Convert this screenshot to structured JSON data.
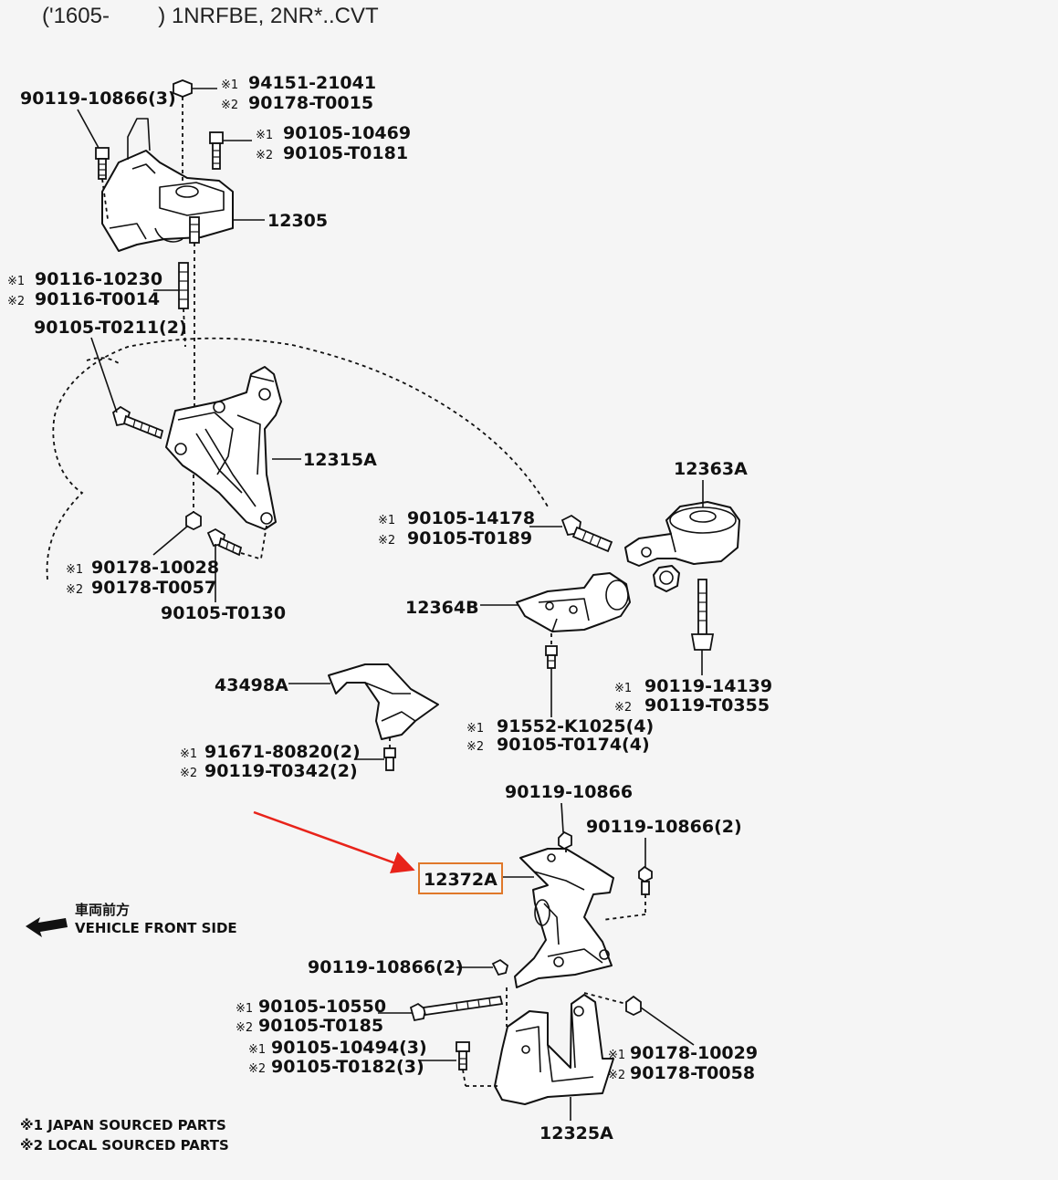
{
  "header": {
    "title": "('1605-        ) 1NRFBE, 2NR*..CVT"
  },
  "highlight": {
    "arrow_color": "#e8231a",
    "box_color": "#e0782a"
  },
  "labels": {
    "p90119_10866_3": "90119-10866(3)",
    "p94151_21041": "94151-21041",
    "p90178_T0015": "90178-T0015",
    "p90105_10469": "90105-10469",
    "p90105_T0181": "90105-T0181",
    "p12305": "12305",
    "p90116_10230": "90116-10230",
    "p90116_T0014": "90116-T0014",
    "p90105_T0211_2": "90105-T0211(2)",
    "p12315A": "12315A",
    "p90178_10028": "90178-10028",
    "p90178_T0057": "90178-T0057",
    "p90105_T0130": "90105-T0130",
    "p12363A": "12363A",
    "p90105_14178": "90105-14178",
    "p90105_T0189": "90105-T0189",
    "p12364B": "12364B",
    "p90119_14139": "90119-14139",
    "p90119_T0355": "90119-T0355",
    "p43498A": "43498A",
    "p91552_K1025_4": "91552-K1025(4)",
    "p90105_T0174_4": "90105-T0174(4)",
    "p91671_80820_2": "91671-80820(2)",
    "p90119_T0342_2": "90119-T0342(2)",
    "p90119_10866": "90119-10866",
    "p90119_10866_2a": "90119-10866(2)",
    "p12372A": "12372A",
    "p90119_10866_2b": "90119-10866(2)",
    "p90105_10550": "90105-10550",
    "p90105_T0185": "90105-T0185",
    "p90105_10494_3": "90105-10494(3)",
    "p90105_T0182_3": "90105-T0182(3)",
    "p90178_10029": "90178-10029",
    "p90178_T0058": "90178-T0058",
    "p12325A": "12325A"
  },
  "marks": {
    "m1": "※1",
    "m2": "※2"
  },
  "vehicle_front": {
    "jp": "車両前方",
    "en": "VEHICLE FRONT SIDE"
  },
  "legend": {
    "line1": "※1 JAPAN SOURCED PARTS",
    "line2": "※2 LOCAL SOURCED PARTS"
  }
}
